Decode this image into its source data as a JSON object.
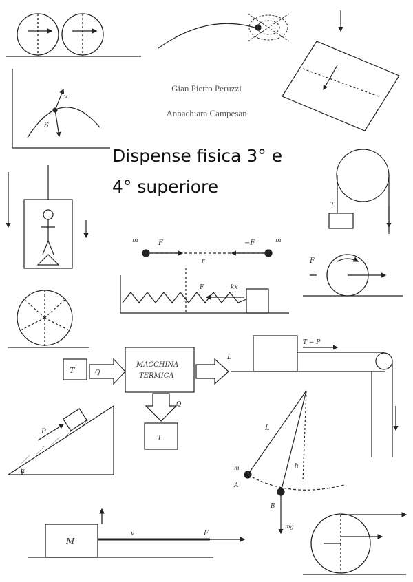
{
  "authors": [
    "Gian Pietro Peruzzi",
    "Annachiara Campesan"
  ],
  "title_lines": [
    "Dispense fisica 3° e",
    "4° superiore"
  ],
  "labels": {
    "m1": "m",
    "m2": "m",
    "f": "F",
    "minus_f": "−F",
    "r": "r",
    "fel": "F",
    "kx": "kx",
    "t": "T",
    "t_mg": "T = P",
    "t1": "T",
    "t2": "T",
    "q": "Q",
    "q2": "Q",
    "l": "L",
    "machine_line1": "MACCHINA",
    "machine_line2": "TERMICA",
    "big_m": "M",
    "p": "P",
    "v": "v",
    "a": "A",
    "b": "B",
    "mg": "mg",
    "s": "S",
    "alpha": "α",
    "m": "m",
    "len": "L",
    "h": "h",
    "vel": "v",
    "f2": "F",
    "fa": "F"
  }
}
